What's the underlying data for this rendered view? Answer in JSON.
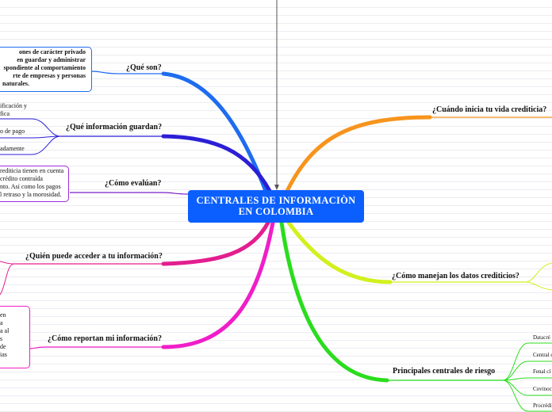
{
  "central": {
    "line1": "CENTRALES DE INFORMACIÒN",
    "line2": "EN COLOMBIA"
  },
  "branches": {
    "que_son": "¿Qué son?",
    "que_informacion": "¿Qué información guardan?",
    "como_evaluan": "¿Cómo evalúan?",
    "quien_puede": "¿Quién puede acceder a tu información?",
    "como_reportan": "¿Cómo reportan mi información?",
    "cuando_inicia": "¿Cuándo inicia tu vida crediticia?",
    "como_manejan": "¿Cómo manejan los datos crediticios?",
    "principales": "Principales centrales de riesgo"
  },
  "notes": {
    "que_son_lines": [
      "ones de carácter privado",
      "en guardar y administrar",
      "spondiente al comportamiento",
      "rte de empresas y personas",
      "naturales."
    ],
    "info_lines": [
      "ificación y",
      "fica"
    ],
    "info_pago": "o de pago",
    "info_adamente": "adamente",
    "evaluan_lines": [
      "rediticia tienen en cuenta",
      "crédito contraída",
      "nto. Así como los pagos",
      "l retraso y la morosidad."
    ],
    "reportan_lines": [
      "en",
      "a",
      "a al",
      "s",
      "de",
      "ias"
    ]
  },
  "centrales_list": [
    "Datacré",
    "Central d",
    "Fenal cl",
    "Covinoc",
    "Procrédi"
  ]
}
